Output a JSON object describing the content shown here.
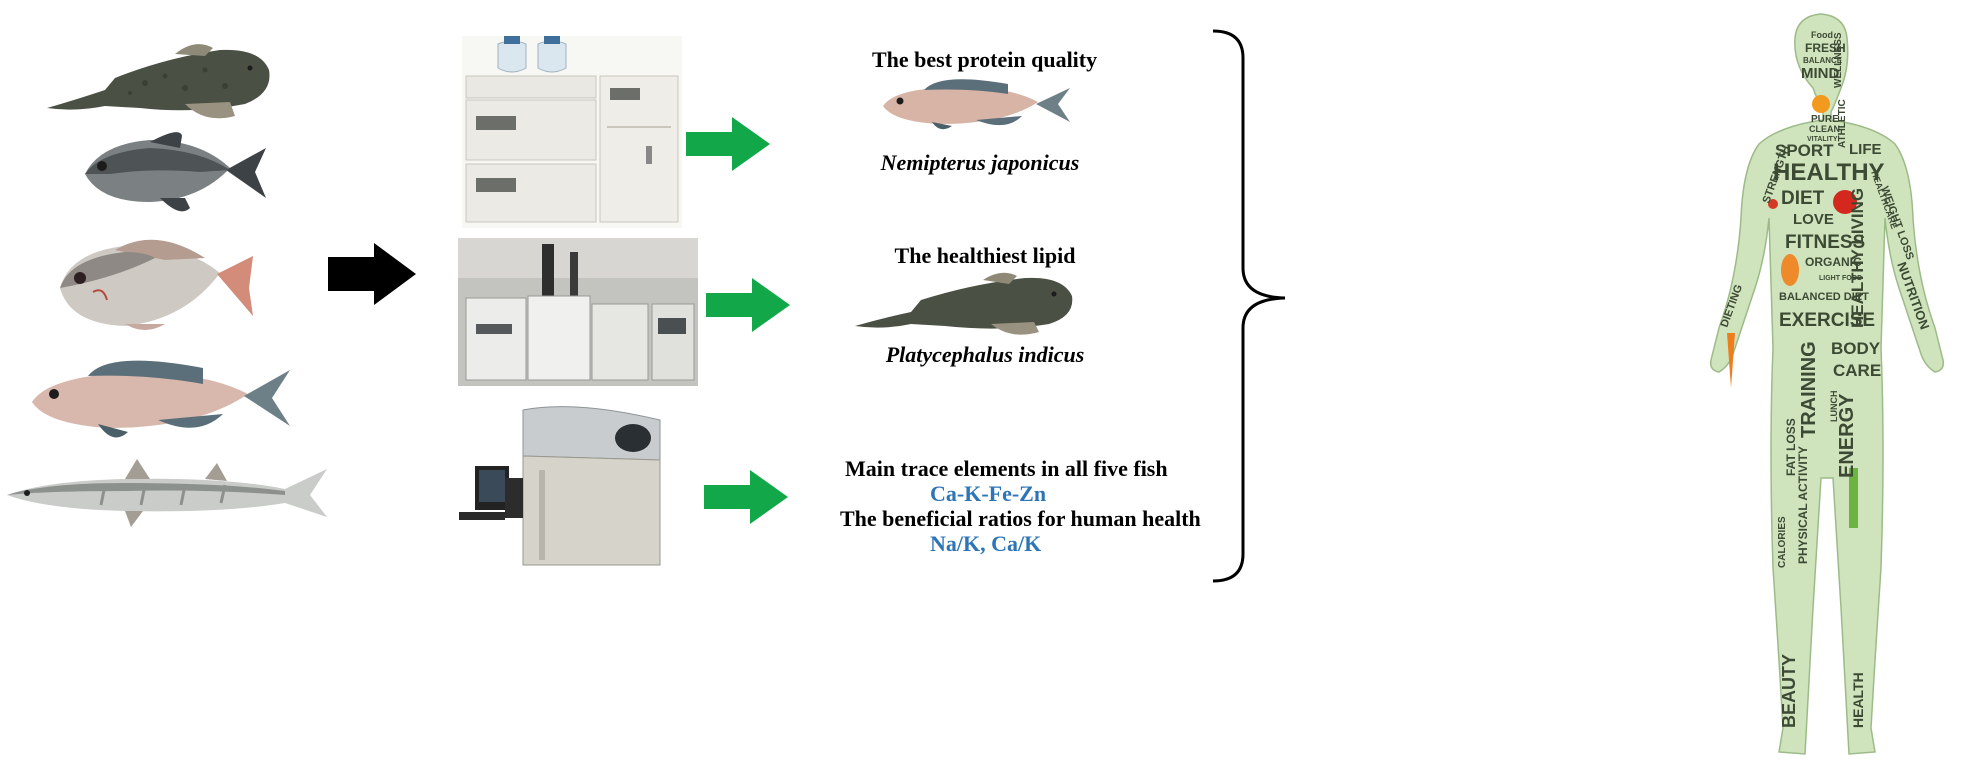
{
  "results": {
    "protein": {
      "heading": "The best protein quality",
      "species": "Nemipterus japonicus"
    },
    "lipid": {
      "heading": "The healthiest lipid",
      "species": "Platycephalus indicus"
    },
    "trace": {
      "heading": "Main trace elements in all five fish",
      "elements": "Ca-K-Fe-Zn",
      "ratio_heading": "The beneficial ratios for human health",
      "ratios": "Na/K, Ca/K"
    }
  },
  "human_words": {
    "w1": "Food",
    "w2": "FRESH",
    "w3": "BALANCE",
    "w4": "MIND",
    "w5": "WELLNESS",
    "w6": "PURE",
    "w7": "CLEAN",
    "w8": "VITALITY",
    "w9": "ATHLETIC",
    "w10": "SPORT",
    "w11": "LIFE",
    "w12": "HEALTHY",
    "w13": "DIET",
    "w14": "LOVE",
    "w15": "FITNESS",
    "w16": "ORGANIC",
    "w17": "LIGHT FOOD",
    "w18": "BALANCED DIET",
    "w19": "EXERCISE",
    "w20": "BODY",
    "w21": "CARE",
    "w22": "TRAINING",
    "w23": "ENERGY",
    "w24": "FAT LOSS",
    "w25": "CALORIES",
    "w26": "PHYSICAL ACTIVITY",
    "w27": "BEAUTY",
    "w28": "HEALTH",
    "w29": "STRENGTH",
    "w30": "WEIGHT LOSS",
    "w31": "NUTRITION",
    "w32": "DIETING",
    "w33": "HEALTHY LIVING",
    "w34": "HEALTHCARE",
    "w35": "LUNCH"
  },
  "colors": {
    "arrow_black": "#000000",
    "arrow_green": "#12a84a",
    "blue_text": "#2e75b6",
    "human_fill": "#cfe3bd"
  }
}
